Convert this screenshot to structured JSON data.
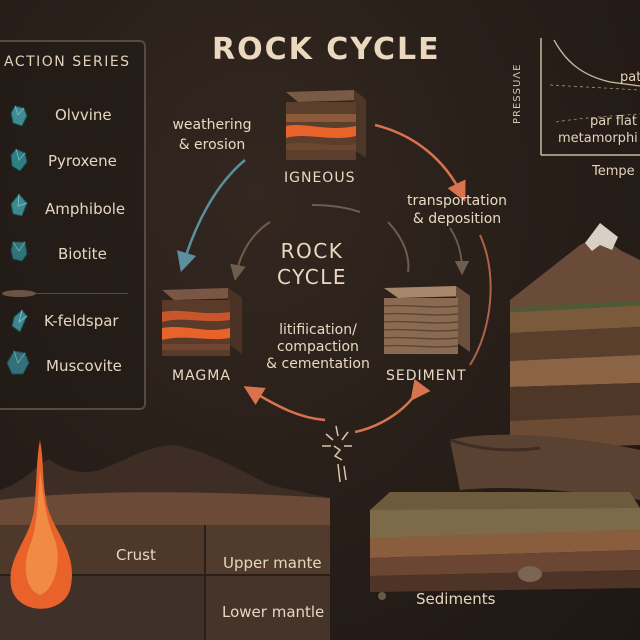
{
  "title": "ROCK CYCLE",
  "panel": {
    "title": "ACTION SERIES",
    "minerals": [
      {
        "name": "Olvvine",
        "icon": "olivine-crystal-icon",
        "color": "#3e8d94"
      },
      {
        "name": "Pyroxene",
        "icon": "pyroxene-crystal-icon",
        "color": "#2f7e86"
      },
      {
        "name": "Amphibole",
        "icon": "amphibole-crystal-icon",
        "color": "#3b8a8e"
      },
      {
        "name": "Biotite",
        "icon": "biotite-crystal-icon",
        "color": "#2f7479"
      },
      {
        "name": "K-feldspar",
        "icon": "k-feldspar-crystal-icon",
        "color": "#3d8791"
      },
      {
        "name": "Muscovite",
        "icon": "muscovite-crystal-icon",
        "color": "#33707a"
      }
    ]
  },
  "cycle": {
    "center": [
      "ROCK",
      "CYCLE"
    ],
    "igneous": "IGNEOUS",
    "magma": "MAGMA",
    "sediment": "SEDIMENT",
    "weathering": [
      "weathering",
      "& erosion"
    ],
    "transport": [
      "transportation",
      "& deposition"
    ],
    "lithification": [
      "litifiication/",
      "compaction",
      "& cementation"
    ]
  },
  "pt_chart": {
    "ylabel": "PRESSUΛΕ",
    "labels": [
      "pat",
      "par flat",
      "metamorphi"
    ],
    "xlabel": "Tempe"
  },
  "earth": {
    "crust": "Crust",
    "upper": "Upper mante",
    "lower": "Lower mantle"
  },
  "sediments_label": "Sediments",
  "colors": {
    "background": "#2a201b",
    "arrow_orange": "#d9734e",
    "arrow_blue": "#5b8fa0",
    "magma": "#e8622a"
  }
}
